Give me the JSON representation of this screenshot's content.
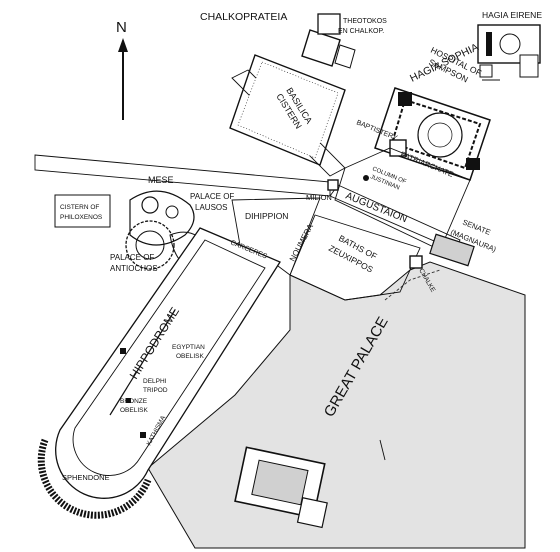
{
  "labels": {
    "north": "N",
    "chalkoprateia": "CHALKOPRATEIA",
    "theotokos_1": "THEOTOKOS",
    "theotokos_2": "EN CHALKOP.",
    "hagia_eirene": "HAGIA EIRENE",
    "hospital_1": "HOSPITAL OF",
    "hospital_2": "SAMPSON",
    "hagia_sophia": "HAGIA SOPHIA",
    "basilica_cistern_1": "BASILICA",
    "basilica_cistern_2": "CISTERN",
    "baptistery": "BAPTISTERY",
    "patriarchate": "PATRIARCHATE",
    "column_1": "COLUMN OF",
    "column_2": "JUSTINIAN",
    "augustaion": "AUGUSTAION",
    "mese": "MESE",
    "milion": "MILION",
    "cistern_philoxenos_1": "CISTERN OF",
    "cistern_philoxenos_2": "PHILOXENOS",
    "palace_lausos_1": "PALACE OF",
    "palace_lausos_2": "LAUSOS",
    "dihippion": "DIHIPPION",
    "palace_antiochos_1": "PALACE OF",
    "palace_antiochos_2": "ANTIOCHOS",
    "carceres": "CARCERES",
    "noumera": "NOUMERA",
    "baths_1": "BATHS OF",
    "baths_2": "ZEUXIPPOS",
    "senate_1": "SENATE",
    "senate_2": "(MAGNAURA)",
    "chalke": "CHALKE",
    "hippodrome": "HIPPODROME",
    "egyptian_1": "EGYPTIAN",
    "egyptian_2": "OBELISK",
    "delphi_1": "DELPHI",
    "delphi_2": "TRIPOD",
    "bronze_1": "BRONZE",
    "bronze_2": "OBELISK",
    "kathisma": "KATHISMA",
    "sphendone": "SPHENDONE",
    "great_palace": "GREAT PALACE"
  },
  "colors": {
    "ink": "#111111",
    "palace_fill": "#e3e3e3",
    "street_fill": "#ffffff",
    "background": "#ffffff"
  }
}
